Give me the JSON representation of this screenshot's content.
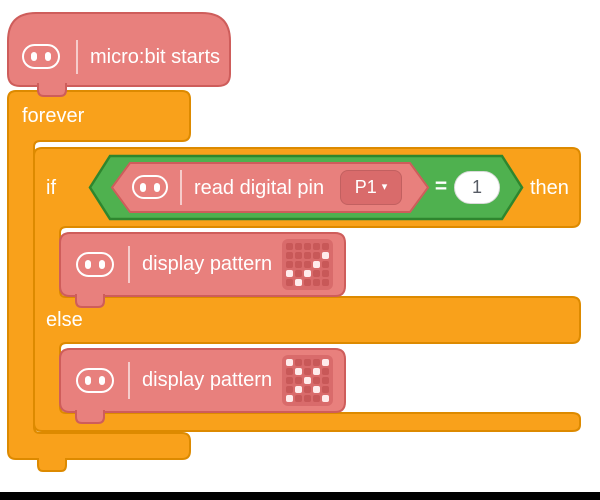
{
  "colors": {
    "pink": "#E8807D",
    "pink_border": "#CE5D5B",
    "pink_dark": "#D96B6B",
    "orange": "#F9A11B",
    "orange_border": "#DD8A00",
    "green": "#4FB14F",
    "green_border": "#2E862E",
    "led_on": "#FFECEC",
    "led_off": "#C85858"
  },
  "icons": {
    "block_icon": "microbit-face-icon",
    "dropdown_caret": "caret-down-icon"
  },
  "blocks": {
    "hat": {
      "label": "micro:bit starts"
    },
    "forever": {
      "label": "forever"
    },
    "conditional": {
      "if_label": "if",
      "then_label": "then",
      "else_label": "else"
    },
    "condition": {
      "read_pin": {
        "label": "read digital pin",
        "pin": "P1",
        "caret": "▾"
      },
      "operator": "=",
      "value": "1"
    },
    "display_check": {
      "label": "display pattern",
      "pattern_name": "check",
      "pattern": [
        "00000",
        "00001",
        "00010",
        "10100",
        "01000"
      ]
    },
    "display_cross": {
      "label": "display pattern",
      "pattern_name": "cross",
      "pattern": [
        "10001",
        "01010",
        "00100",
        "01010",
        "10001"
      ]
    }
  }
}
